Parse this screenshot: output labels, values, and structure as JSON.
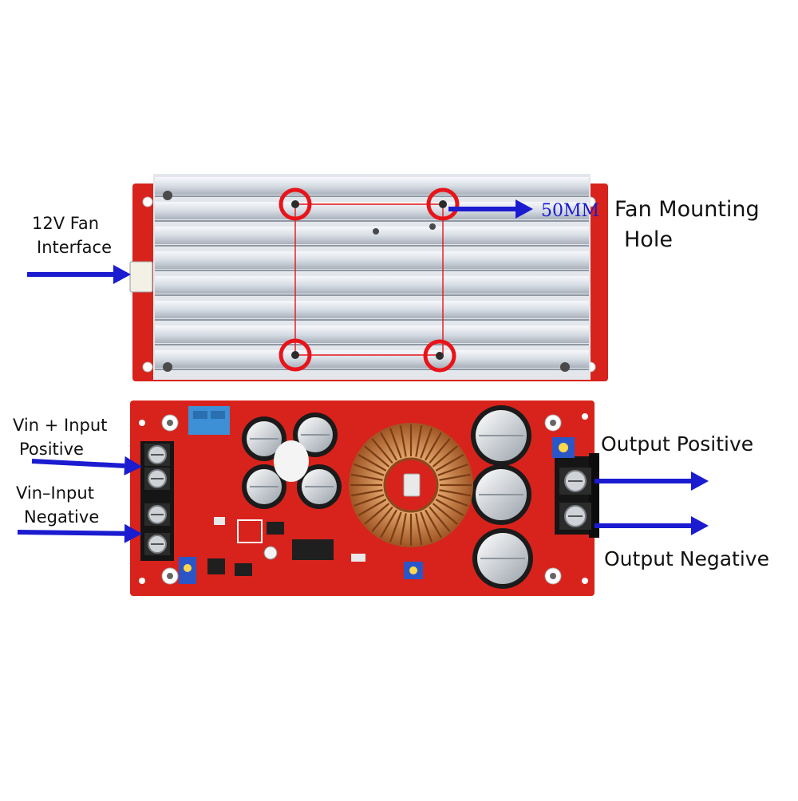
{
  "annotations": {
    "fan_interface": {
      "line1": "12V Fan",
      "line2": "Interface"
    },
    "mount_hole": {
      "line1": "Fan Mounting",
      "line2": "Hole"
    },
    "spacing": "50MM",
    "vin_pos": {
      "line1": "Vin + Input",
      "line2": "Positive"
    },
    "vin_neg": {
      "line1": "Vin–Input",
      "line2": "Negative"
    },
    "out_pos": "Output Positive",
    "out_neg": "Output Negative"
  },
  "colors": {
    "pcb": "#d8231c",
    "heatsink": "#dfe4ea",
    "arrow": "#1b1bd0",
    "marker": "#e8141a",
    "capacitor": "#1b1b1b",
    "coil": "#c87a38",
    "trimpot": "#2a56c8",
    "terminal": "#151515"
  },
  "icons": {
    "arrow": "arrow-right-icon",
    "mount_marker": "circle-marker-icon"
  }
}
